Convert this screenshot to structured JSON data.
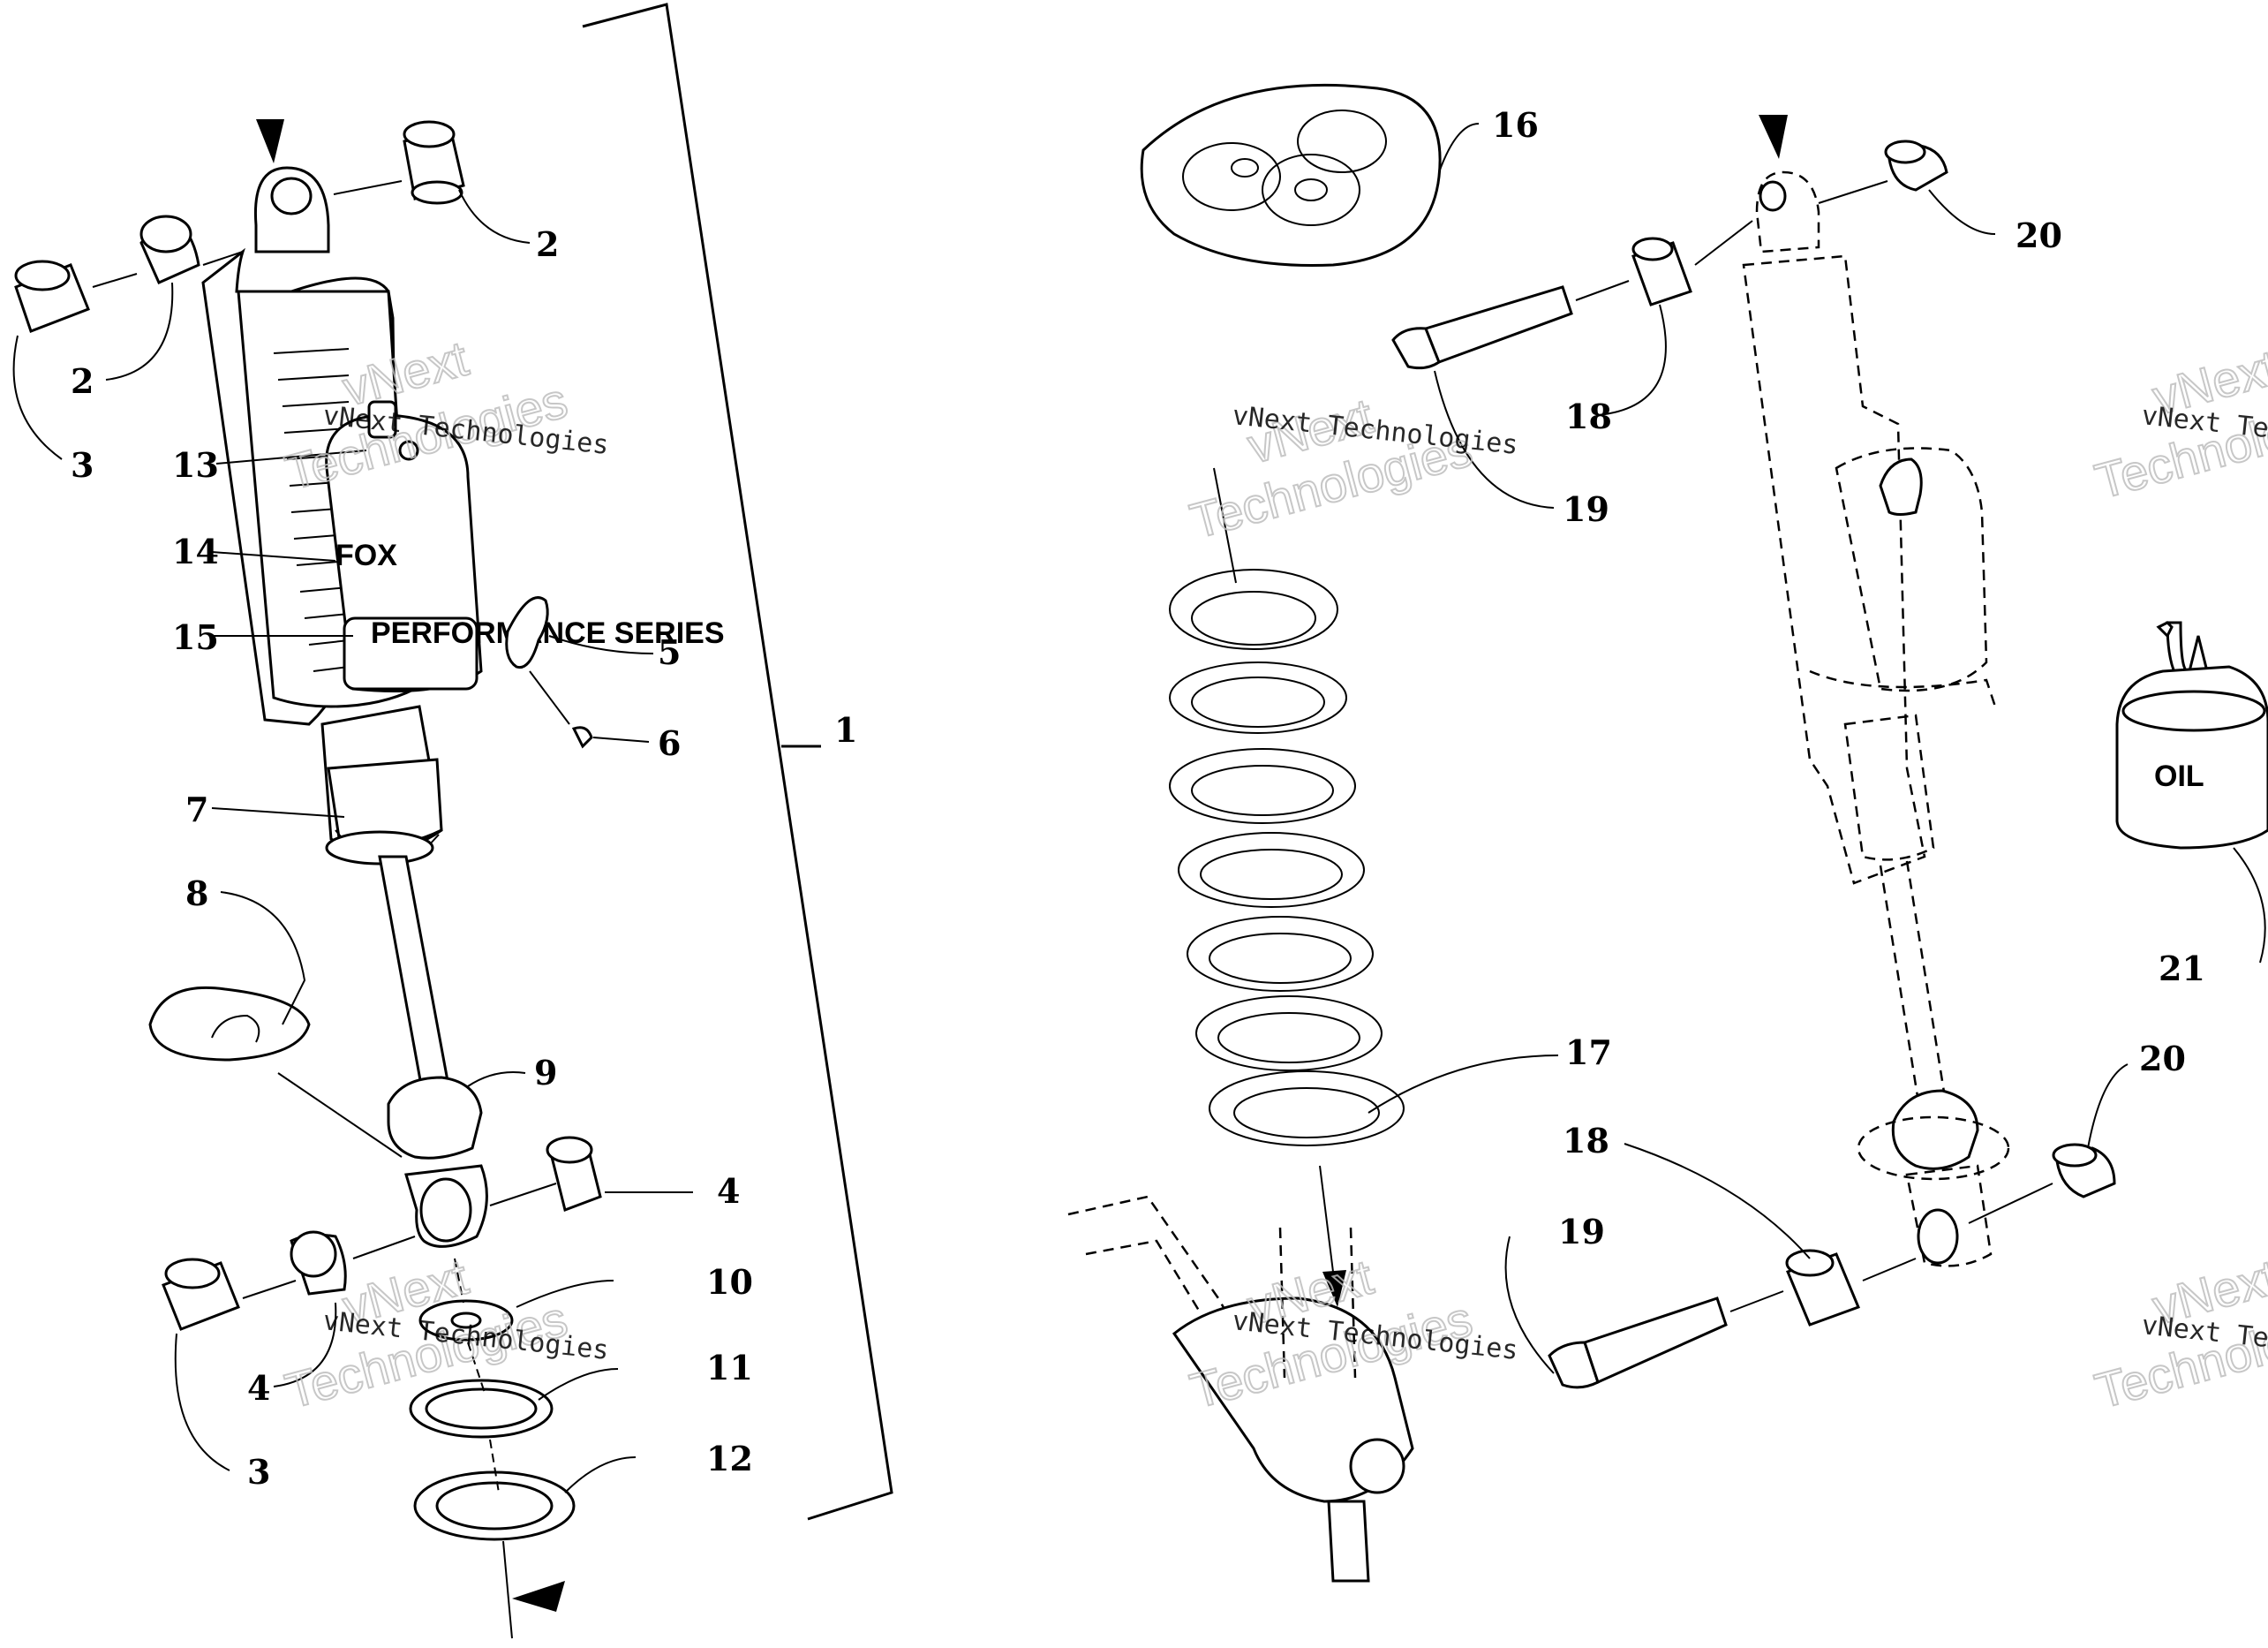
{
  "callouts": {
    "c1": "1",
    "c2a": "2",
    "c2b": "2",
    "c3a": "3",
    "c3b": "3",
    "c4a": "4",
    "c4b": "4",
    "c5": "5",
    "c6": "6",
    "c7": "7",
    "c8": "8",
    "c9": "9",
    "c10": "10",
    "c11": "11",
    "c12": "12",
    "c13": "13",
    "c14": "14",
    "c15": "15",
    "c16": "16",
    "c17": "17",
    "c18a": "18",
    "c18b": "18",
    "c19a": "19",
    "c19b": "19",
    "c20a": "20",
    "c20b": "20",
    "c21": "21"
  },
  "labels": {
    "oil": "OIL",
    "brand": "FOX",
    "series": "PERFORMANCE SERIES"
  },
  "watermark": {
    "company": "vNext Technologies",
    "word1": "vNext",
    "word2": "Technologies"
  }
}
